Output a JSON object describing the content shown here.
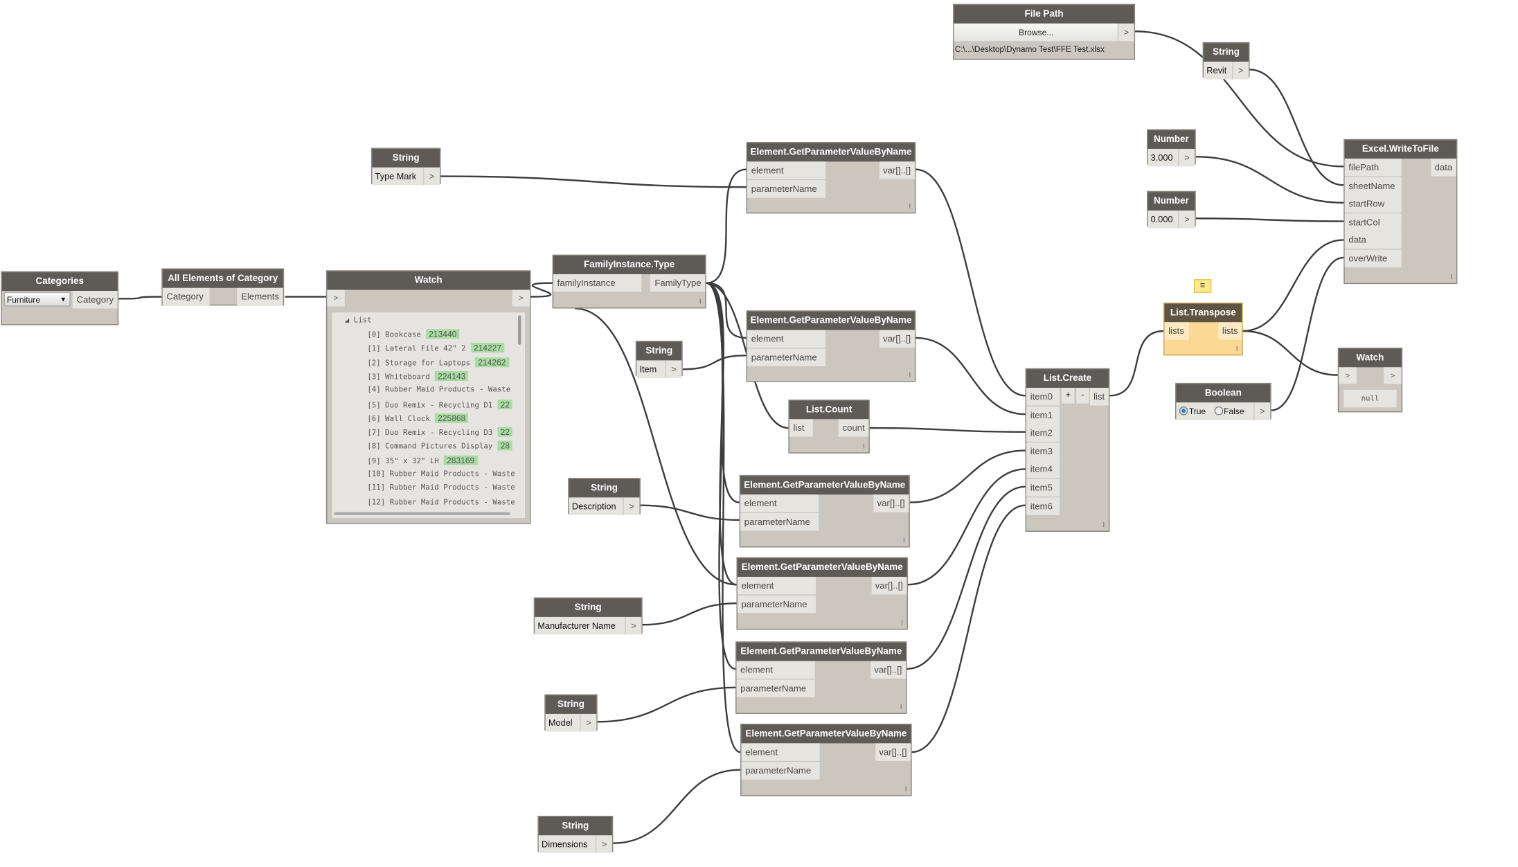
{
  "nodes": {
    "categories": {
      "title": "Categories",
      "selected": "Furniture",
      "outputs": [
        "Category"
      ]
    },
    "all_elements": {
      "title": "All Elements of Category",
      "inputs": [
        "Category"
      ],
      "outputs": [
        "Elements"
      ]
    },
    "watch1": {
      "title": "Watch",
      "in": ">",
      "out": ">",
      "list_label": "List",
      "items": [
        {
          "text": "[0] Bookcase",
          "badge": "213440"
        },
        {
          "text": "[1] Lateral File 42\" 2",
          "badge": "214227"
        },
        {
          "text": "[2] Storage for Laptops",
          "badge": "214262"
        },
        {
          "text": "[3] Whiteboard",
          "badge": "224143"
        },
        {
          "text": "[4] Rubber Maid Products - Waste",
          "badge": ""
        },
        {
          "text": "[5] Duo Remix - Recycling D1",
          "badge": "22"
        },
        {
          "text": "[6] Wall Clock",
          "badge": "225868"
        },
        {
          "text": "[7] Duo Remix - Recycling D3",
          "badge": "22"
        },
        {
          "text": "[8] Command Pictures Display",
          "badge": "28"
        },
        {
          "text": "[9] 35\" x 32\" LH",
          "badge": "283169"
        },
        {
          "text": "[10] Rubber Maid Products - Waste",
          "badge": ""
        },
        {
          "text": "[11] Rubber Maid Products - Waste",
          "badge": ""
        },
        {
          "text": "[12] Rubber Maid Products - Waste",
          "badge": ""
        }
      ]
    },
    "fit": {
      "title": "FamilyInstance.Type",
      "inputs": [
        "familyInstance"
      ],
      "outputs": [
        "FamilyType"
      ]
    },
    "str_typemark": {
      "title": "String",
      "value": "Type Mark",
      "out": ">"
    },
    "str_item": {
      "title": "String",
      "value": "Item",
      "out": ">"
    },
    "str_desc": {
      "title": "String",
      "value": "Description",
      "out": ">"
    },
    "str_manuf": {
      "title": "String",
      "value": "Manufacturer Name",
      "out": ">"
    },
    "str_model": {
      "title": "String",
      "value": "Model",
      "out": ">"
    },
    "str_dim": {
      "title": "String",
      "value": "Dimensions",
      "out": ">"
    },
    "gpv1": {
      "title": "Element.GetParameterValueByName",
      "inputs": [
        "element",
        "parameterName"
      ],
      "outputs": [
        "var[]..[]"
      ]
    },
    "gpv2": {
      "title": "Element.GetParameterValueByName",
      "inputs": [
        "element",
        "parameterName"
      ],
      "outputs": [
        "var[]..[]"
      ]
    },
    "gpv3": {
      "title": "Element.GetParameterValueByName",
      "inputs": [
        "element",
        "parameterName"
      ],
      "outputs": [
        "var[]..[]"
      ]
    },
    "gpv4": {
      "title": "Element.GetParameterValueByName",
      "inputs": [
        "element",
        "parameterName"
      ],
      "outputs": [
        "var[]..[]"
      ]
    },
    "gpv5": {
      "title": "Element.GetParameterValueByName",
      "inputs": [
        "element",
        "parameterName"
      ],
      "outputs": [
        "var[]..[]"
      ]
    },
    "gpv6": {
      "title": "Element.GetParameterValueByName",
      "inputs": [
        "element",
        "parameterName"
      ],
      "outputs": [
        "var[]..[]"
      ]
    },
    "list_count": {
      "title": "List.Count",
      "inputs": [
        "list"
      ],
      "outputs": [
        "count"
      ]
    },
    "list_create": {
      "title": "List.Create",
      "inputs": [
        "item0",
        "item1",
        "item2",
        "item3",
        "item4",
        "item5",
        "item6"
      ],
      "outputs": [
        "list"
      ],
      "add": "+",
      "remove": "-"
    },
    "file_path": {
      "title": "File Path",
      "browse": "Browse...",
      "out": ">",
      "path": "C:\\...\\Desktop\\Dynamo Test\\FFE Test.xlsx"
    },
    "str_revit": {
      "title": "String",
      "value": "Revit",
      "out": ">"
    },
    "num_row": {
      "title": "Number",
      "value": "3.000",
      "out": ">"
    },
    "num_col": {
      "title": "Number",
      "value": "0.000",
      "out": ">"
    },
    "excel": {
      "title": "Excel.WriteToFile",
      "inputs": [
        "filePath",
        "sheetName",
        "startRow",
        "startCol",
        "data",
        "overWrite"
      ],
      "outputs": [
        "data"
      ]
    },
    "transpose": {
      "title": "List.Transpose",
      "inputs": [
        "lists"
      ],
      "outputs": [
        "lists"
      ]
    },
    "boolean": {
      "title": "Boolean",
      "true_label": "True",
      "false_label": "False",
      "value": true,
      "out": ">"
    },
    "watch2": {
      "title": "Watch",
      "in": ">",
      "out": ">",
      "value": "null"
    }
  },
  "lacing_mark": "I",
  "note_icon": "≡",
  "colors": {
    "header": "#5e5b57",
    "body": "#cbc6be",
    "port": "#e6e4df",
    "selected": "#fad994",
    "badge": "#a9dca3"
  }
}
